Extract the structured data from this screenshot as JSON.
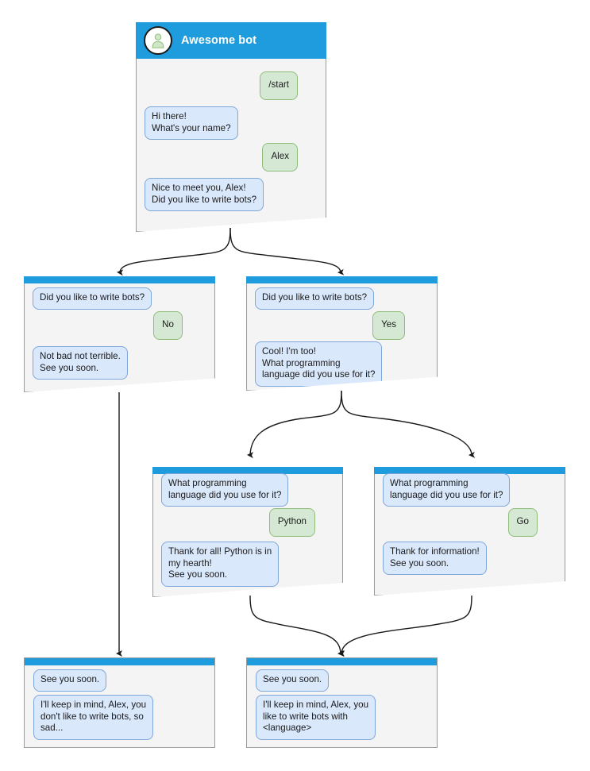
{
  "theme": {
    "header_blue": "#1f9cdd",
    "card_bg": "#f4f4f4",
    "card_border": "#9a9a9a",
    "bot_bubble_bg": "#dae8fc",
    "bot_bubble_border": "#7ea6d9",
    "user_bubble_bg": "#d5e8d4",
    "user_bubble_border": "#8fbd79",
    "edge_color": "#1a1a1a",
    "title_color": "#ffffff"
  },
  "root_card": {
    "header": {
      "title": "Awesome bot",
      "avatar_icon": "person-avatar-icon"
    },
    "messages": [
      {
        "side": "user",
        "text": "/start"
      },
      {
        "side": "bot",
        "text": "Hi there!\nWhat's your name?"
      },
      {
        "side": "user",
        "text": "Alex"
      },
      {
        "side": "bot",
        "text": "Nice to meet you, Alex!\nDid you like to write bots?"
      }
    ]
  },
  "cards": [
    {
      "id": "no-branch",
      "messages": [
        {
          "side": "bot",
          "text": "Did you like to write bots?"
        },
        {
          "side": "user",
          "text": "No"
        },
        {
          "side": "bot",
          "text": "Not bad not terrible.\nSee you soon."
        }
      ]
    },
    {
      "id": "yes-branch",
      "messages": [
        {
          "side": "bot",
          "text": "Did you like to write bots?"
        },
        {
          "side": "user",
          "text": "Yes"
        },
        {
          "side": "bot",
          "text": "Cool! I'm too!\nWhat programming\nlanguage did you use for it?"
        }
      ]
    },
    {
      "id": "python-branch",
      "messages": [
        {
          "side": "bot",
          "text": "What programming\nlanguage did you use for it?"
        },
        {
          "side": "user",
          "text": "Python"
        },
        {
          "side": "bot",
          "text": "Thank for all! Python is in\nmy hearth!\nSee you soon."
        }
      ]
    },
    {
      "id": "go-branch",
      "messages": [
        {
          "side": "bot",
          "text": "What programming\nlanguage did you use for it?"
        },
        {
          "side": "user",
          "text": "Go"
        },
        {
          "side": "bot",
          "text": "Thank for information!\nSee you soon."
        }
      ]
    },
    {
      "id": "end-sad",
      "messages": [
        {
          "side": "bot",
          "text": "See you soon."
        },
        {
          "side": "bot",
          "text": "I'll keep in mind, Alex, you\ndon't like to write bots, so\nsad..."
        }
      ]
    },
    {
      "id": "end-happy",
      "messages": [
        {
          "side": "bot",
          "text": "See you soon."
        },
        {
          "side": "bot",
          "text": "I'll keep in mind, Alex, you\nlike to write bots with\n<language>"
        }
      ]
    }
  ]
}
